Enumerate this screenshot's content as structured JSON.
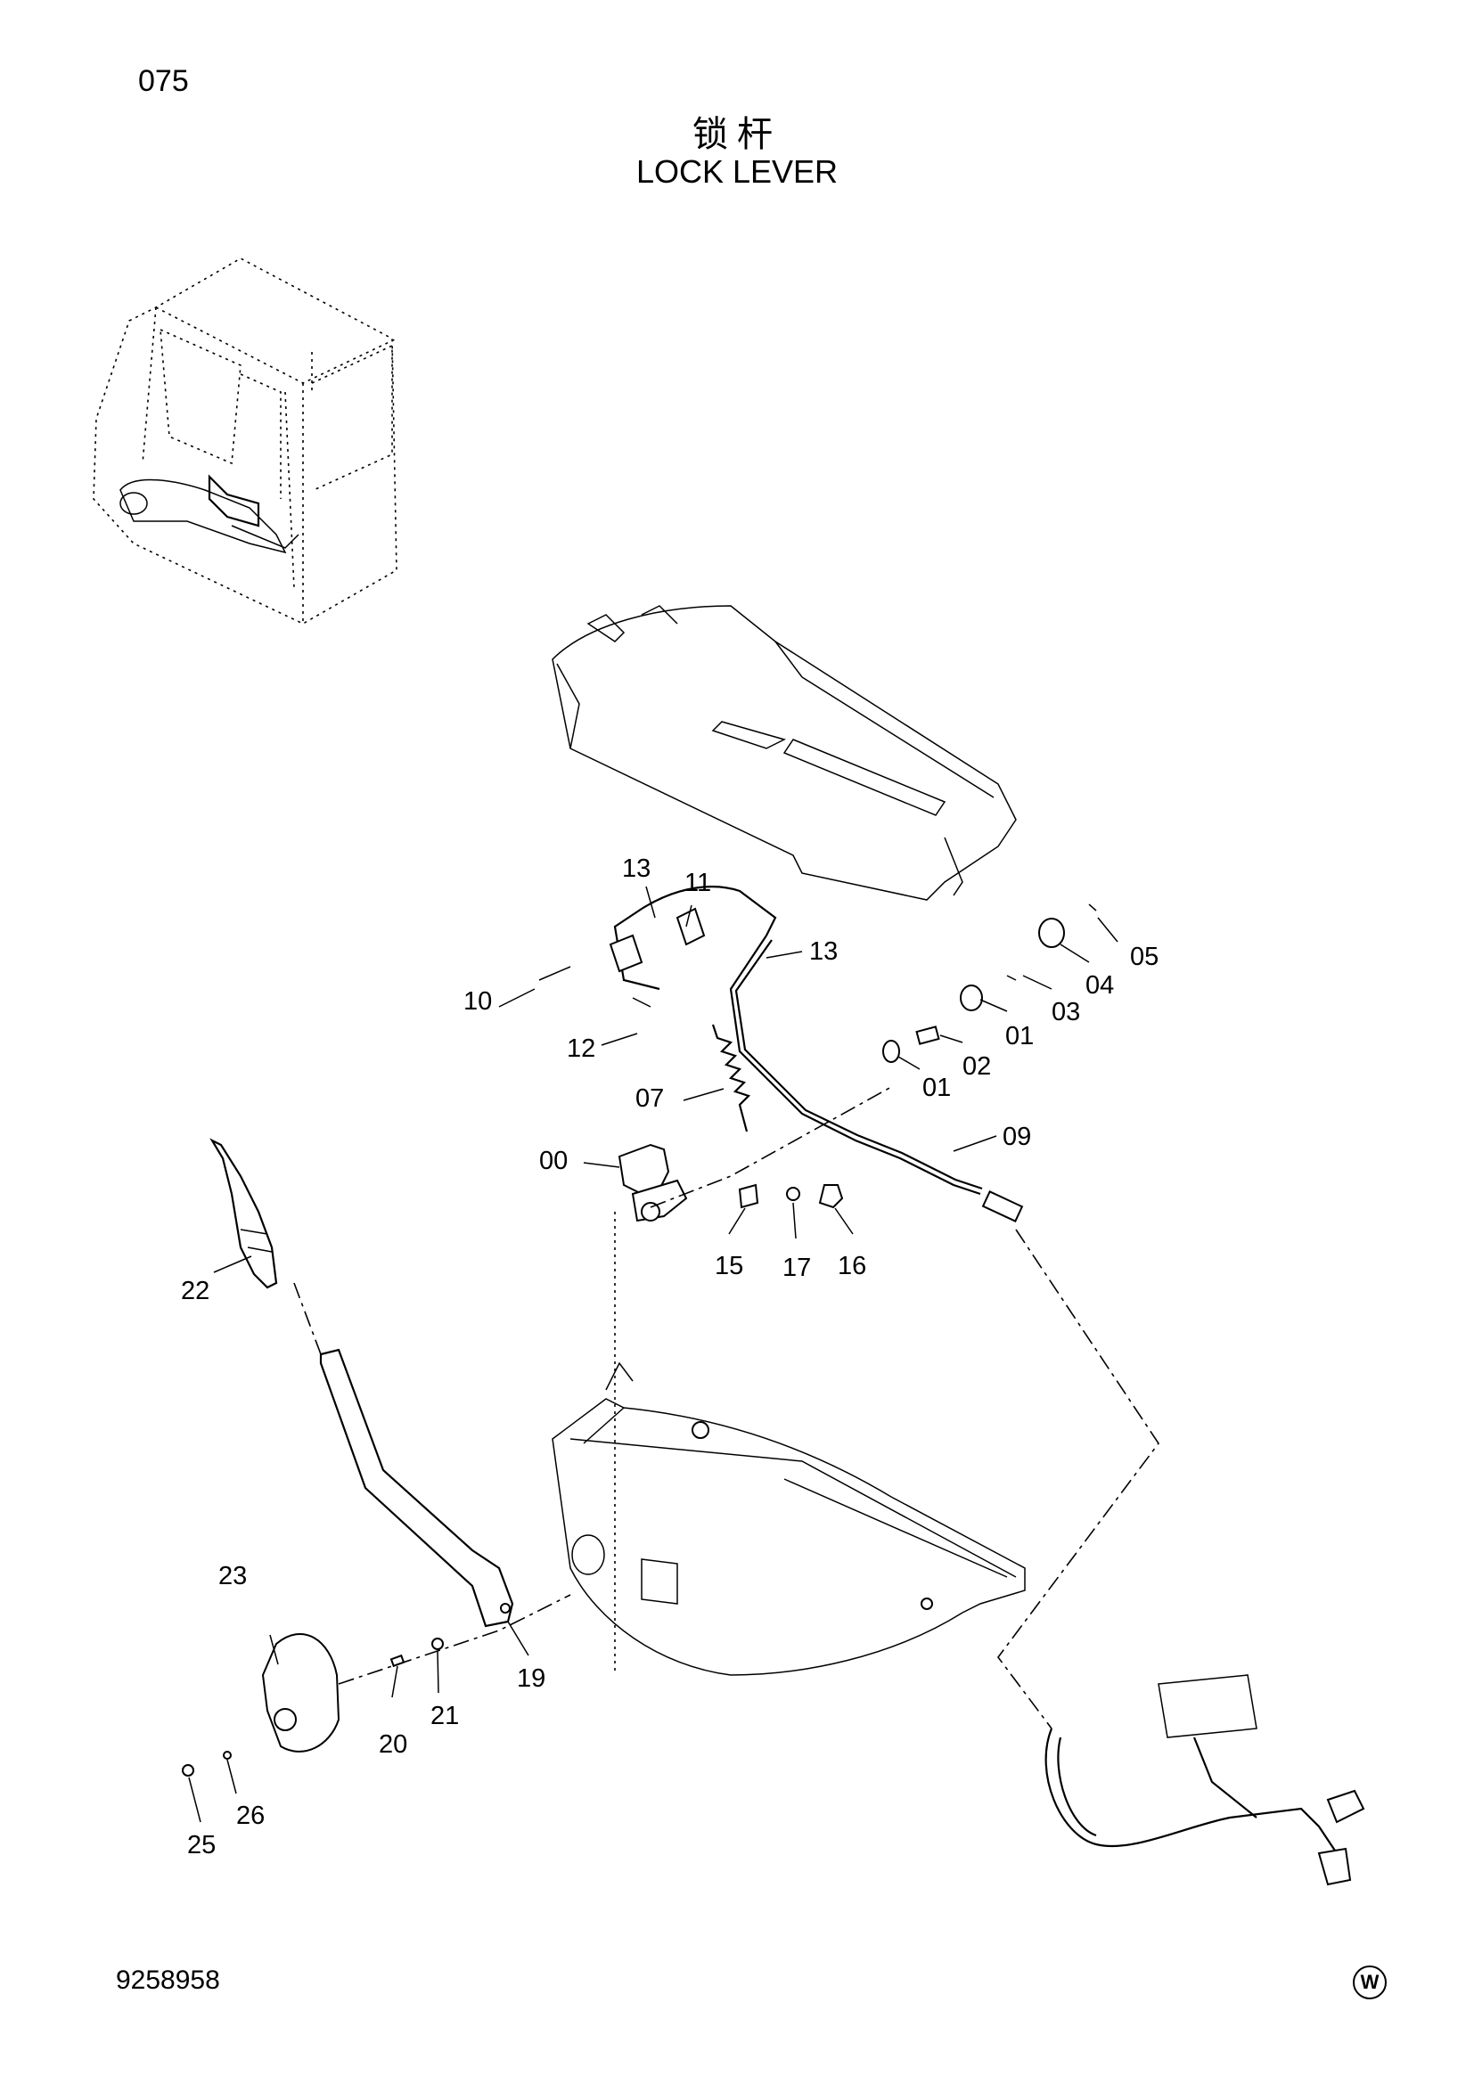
{
  "page": {
    "number": "075",
    "doc_number": "9258958",
    "mark": "W"
  },
  "title": {
    "cn": "锁杆",
    "en": "LOCK LEVER"
  },
  "callouts": [
    "13",
    "11",
    "13",
    "10",
    "12",
    "07",
    "00",
    "05",
    "04",
    "03",
    "01",
    "02",
    "01",
    "09",
    "15",
    "17",
    "16",
    "22",
    "23",
    "19",
    "20",
    "21",
    "26",
    "25"
  ]
}
